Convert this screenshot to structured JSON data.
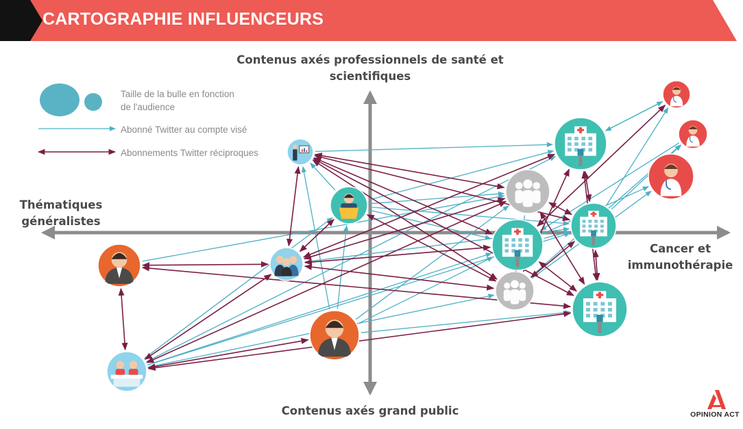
{
  "title": "CARTOGRAPHIE INFLUENCEURS",
  "axes": {
    "top": "Contenus axés professionnels de santé et scientifiques",
    "bottom": "Contenus axés grand public",
    "left": "Thématiques généralistes",
    "right": "Cancer et immunothérapie"
  },
  "legend": {
    "size": "Taille de la bulle en fonction de l'audience",
    "follow": "Abonné Twitter au compte visé",
    "reciprocal": "Abonnements Twitter réciproques"
  },
  "brand": {
    "name": "OPINION ACT"
  },
  "colors": {
    "banner": "#ee5a54",
    "banner_dark": "#121212",
    "teal": "#4db0c5",
    "maroon": "#7a1f45",
    "axis": "#8c8c8c",
    "bubble_teal": "#3fbfb2",
    "bubble_grey": "#bdbdbd",
    "bubble_red": "#e84c4a",
    "bubble_orange": "#e8672d",
    "bubble_lightblue": "#8fd3ec"
  },
  "chart_data": {
    "type": "network",
    "nodes": [
      {
        "id": "presenter-small",
        "kind": "presenter",
        "icon": "presenter-icon"
      },
      {
        "id": "speaker",
        "kind": "speaker",
        "icon": "speaker-at-podium-icon"
      },
      {
        "id": "group-people",
        "kind": "group",
        "icon": "people-group-icon"
      },
      {
        "id": "man-orange",
        "kind": "person",
        "icon": "man-avatar-icon"
      },
      {
        "id": "man-suit",
        "kind": "person",
        "icon": "businessman-icon"
      },
      {
        "id": "panel",
        "kind": "panel",
        "icon": "panel-discussion-icon"
      },
      {
        "id": "hospital-top",
        "kind": "hospital",
        "icon": "hospital-icon"
      },
      {
        "id": "hospital-center",
        "kind": "hospital",
        "icon": "hospital-icon"
      },
      {
        "id": "hospital-right",
        "kind": "hospital",
        "icon": "hospital-icon"
      },
      {
        "id": "hospital-bottom",
        "kind": "hospital",
        "icon": "hospital-icon"
      },
      {
        "id": "grey-group-top",
        "kind": "association",
        "icon": "people-silhouette-icon"
      },
      {
        "id": "grey-group-bottom",
        "kind": "association",
        "icon": "people-silhouette-icon"
      },
      {
        "id": "doctor-1",
        "kind": "doctor",
        "icon": "doctor-icon"
      },
      {
        "id": "doctor-2",
        "kind": "doctor",
        "icon": "doctor-icon"
      },
      {
        "id": "doctor-3",
        "kind": "doctor",
        "icon": "doctor-icon"
      }
    ],
    "follow_edges": [
      [
        "presenter-small",
        "hospital-top"
      ],
      [
        "speaker",
        "hospital-center"
      ],
      [
        "speaker",
        "hospital-right"
      ],
      [
        "speaker",
        "grey-group-top"
      ],
      [
        "speaker",
        "presenter-small"
      ],
      [
        "speaker",
        "hospital-top"
      ],
      [
        "group-people",
        "hospital-center"
      ],
      [
        "group-people",
        "grey-group-top"
      ],
      [
        "group-people",
        "hospital-right"
      ],
      [
        "man-suit",
        "hospital-center"
      ],
      [
        "man-suit",
        "hospital-bottom"
      ],
      [
        "man-suit",
        "speaker"
      ],
      [
        "man-suit",
        "presenter-small"
      ],
      [
        "man-suit",
        "grey-group-top"
      ],
      [
        "panel",
        "hospital-center"
      ],
      [
        "panel",
        "speaker"
      ],
      [
        "panel",
        "hospital-right"
      ],
      [
        "panel",
        "hospital-top"
      ],
      [
        "hospital-center",
        "hospital-right"
      ],
      [
        "hospital-center",
        "doctor-1"
      ],
      [
        "hospital-right",
        "doctor-1"
      ],
      [
        "hospital-right",
        "doctor-2"
      ],
      [
        "hospital-bottom",
        "hospital-right"
      ],
      [
        "grey-group-top",
        "grey-group-bottom"
      ],
      [
        "grey-group-top",
        "hospital-bottom"
      ],
      [
        "grey-group-bottom",
        "hospital-right"
      ],
      [
        "grey-group-bottom",
        "doctor-2"
      ],
      [
        "grey-group-bottom",
        "doctor-3"
      ],
      [
        "hospital-center",
        "doctor-3"
      ],
      [
        "man-orange",
        "grey-group-top"
      ],
      [
        "panel",
        "grey-group-bottom"
      ],
      [
        "doctor-1",
        "hospital-top"
      ],
      [
        "hospital-top",
        "doctor-1"
      ],
      [
        "doctor-2",
        "hospital-center"
      ]
    ],
    "reciprocal_edges": [
      [
        "presenter-small",
        "group-people"
      ],
      [
        "presenter-small",
        "grey-group-top"
      ],
      [
        "presenter-small",
        "hospital-center"
      ],
      [
        "presenter-small",
        "hospital-right"
      ],
      [
        "presenter-small",
        "grey-group-bottom"
      ],
      [
        "presenter-small",
        "hospital-bottom"
      ],
      [
        "speaker",
        "group-people"
      ],
      [
        "speaker",
        "grey-group-bottom"
      ],
      [
        "group-people",
        "man-orange"
      ],
      [
        "group-people",
        "hospital-top"
      ],
      [
        "group-people",
        "grey-group-bottom"
      ],
      [
        "group-people",
        "grey-group-top"
      ],
      [
        "group-people",
        "panel"
      ],
      [
        "man-orange",
        "panel"
      ],
      [
        "man-orange",
        "hospital-bottom"
      ],
      [
        "man-suit",
        "panel"
      ],
      [
        "panel",
        "hospital-bottom"
      ],
      [
        "panel",
        "grey-group-top"
      ],
      [
        "hospital-top",
        "hospital-right"
      ],
      [
        "hospital-top",
        "grey-group-bottom"
      ],
      [
        "hospital-top",
        "hospital-bottom"
      ],
      [
        "doctor-1",
        "hospital-center"
      ],
      [
        "grey-group-top",
        "hospital-right"
      ],
      [
        "grey-group-top",
        "hospital-bottom"
      ],
      [
        "hospital-center",
        "grey-group-bottom"
      ],
      [
        "hospital-right",
        "grey-group-bottom"
      ],
      [
        "hospital-right",
        "hospital-bottom"
      ],
      [
        "hospital-center",
        "hospital-bottom"
      ],
      [
        "group-people",
        "hospital-center"
      ]
    ]
  }
}
